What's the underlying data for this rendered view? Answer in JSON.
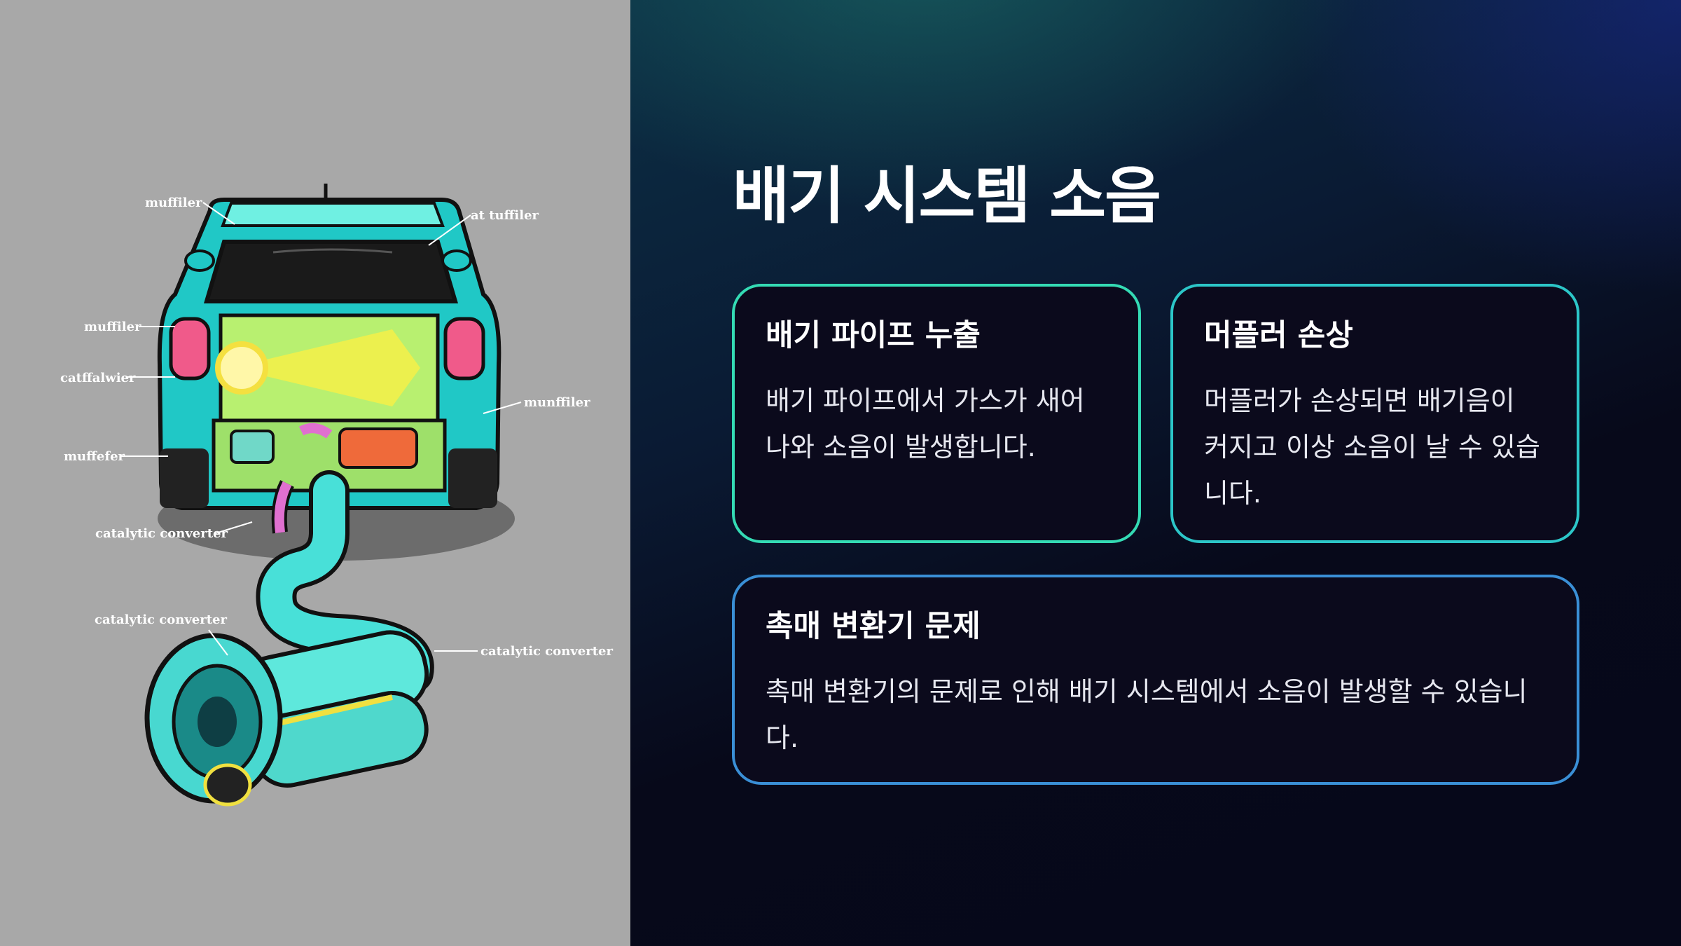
{
  "slide": {
    "title": "배기 시스템 소음"
  },
  "illustration": {
    "icon": "car-exhaust-illustration",
    "labels": [
      "muffiler",
      "at tuffiler",
      "muffiler",
      "catffalwier",
      "munffiler",
      "muffefer",
      "catalytic converter",
      "catalytic converter",
      "catalytic converter"
    ]
  },
  "cards": [
    {
      "title": "배기 파이프 누출",
      "body": "배기 파이프에서 가스가 새어 나와 소음이 발생합니다."
    },
    {
      "title": "머플러 손상",
      "body": "머플러가 손상되면 배기음이 커지고 이상 소음이 날 수 있습니다."
    },
    {
      "title": "촉매 변환기 문제",
      "body": "촉매 변환기의 문제로 인해 배기 시스템에서 소음이 발생할 수 있습니다."
    }
  ],
  "colors": {
    "panel_bg": "#a8a8a8",
    "accent_teal": "#34dbb4",
    "accent_cyan": "#2cc6c8",
    "accent_blue": "#3a8fd6",
    "card_bg": "#0b0a1c"
  }
}
